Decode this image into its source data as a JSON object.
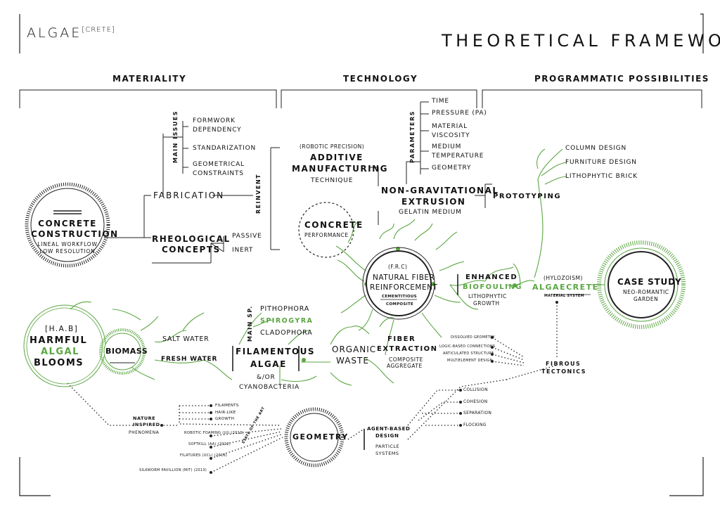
{
  "brand": {
    "name": "ALGAE",
    "suffix": "CRETE"
  },
  "title": "THEORETICAL FRAMEWORK",
  "sections": {
    "materiality": "MATERIALITY",
    "technology": "TECHNOLOGY",
    "programmatic": "PROGRAMMATIC POSSIBILITIES"
  },
  "concrete_construction": {
    "label1": "CONCRETE",
    "label2": "CONSTRUCTION",
    "sub1": "LINEAL WORKFLOW",
    "sub2": "LOW RESOLUTION"
  },
  "fabrication": "FABRICATION",
  "main_issues": {
    "label": "MAIN ISSUES",
    "items": [
      "FORMWORK",
      "DEPENDENCY",
      "STANDARIZATION",
      "GEOMETRICAL",
      "CONSTRAINTS"
    ]
  },
  "rheological": {
    "label1": "RHEOLOGICAL",
    "label2": "CONCEPTS",
    "items": [
      "PASSIVE",
      "INERT"
    ]
  },
  "reinvent": "REINVENT",
  "additive": {
    "pre": "(ROBOTIC PRECISION)",
    "label1": "ADDITIVE",
    "label2": "MANUFACTURING",
    "sub": "TECHNIQUE"
  },
  "concrete_perf": {
    "label": "CONCRETE",
    "sub": "PERFORMANCE"
  },
  "parameters": {
    "label": "PARAMETERS",
    "items": [
      "TIME",
      "PRESSURE (PA)",
      "MATERIAL",
      "VISCOSITY",
      "MEDIUM",
      "TEMPERATURE",
      "GEOMETRY"
    ]
  },
  "nongrav": {
    "label1": "NON-GRAVITATIONAL",
    "label2": "EXTRUSION",
    "sub": "GELATIN MEDIUM"
  },
  "prototyping": {
    "label": "PROTOTYPING",
    "items": [
      "COLUMN DESIGN",
      "FURNITURE DESIGN",
      "LITHOPHYTIC BRICK"
    ]
  },
  "frc": {
    "pre": "(F.R.C)",
    "label1": "NATURAL FIBER",
    "label2": "REINFORCEMENT",
    "sub1": "CEMENTITIOUS",
    "sub2": "COMPOSITE"
  },
  "biofouling": {
    "label1": "ENHANCED",
    "label2": "BIOFOULING",
    "sub1": "LITHOPHYTIC",
    "sub2": "GROWTH"
  },
  "algaecrete": {
    "pre": "(HYLOZOISM)",
    "label": "ALGAECRETE",
    "sub": "MATERIAL SYSTEM"
  },
  "case_study": {
    "label": "CASE STUDY",
    "sub1": "NEO-ROMANTIC",
    "sub2": "GARDEN"
  },
  "hab": {
    "pre": "[H.A.B]",
    "label1": "HARMFUL",
    "label2": "ALGAL",
    "label3": "BLOOMS"
  },
  "biomass": "BIOMASS",
  "water": [
    "SALT WATER",
    "FRESH WATER"
  ],
  "main_sp": {
    "label": "MAIN SP.",
    "items": [
      "PITHOPHORA",
      "SPIROGYRA",
      "CLADOPHORA"
    ]
  },
  "filamentous": {
    "label1": "FILAMENTOUS",
    "label2": "ALGAE",
    "sub1": "&/OR",
    "sub2": "CYANOBACTERIA"
  },
  "organic": {
    "label1": "ORGANIC",
    "label2": "WASTE"
  },
  "fiber": {
    "label1": "FIBER",
    "label2": "EXTRACTION",
    "sub1": "COMPOSITE",
    "sub2": "AGGREGATE"
  },
  "tectonics": {
    "items": [
      "DISSOLVED GEOMETRY",
      "LOGIC-BASED CONNECTIONS",
      "ARTICULATED STRUCTURE",
      "MULTIELEMENT DESIGN"
    ],
    "label1": "FIBROUS",
    "label2": "TECTONICS"
  },
  "agent": {
    "items": [
      "COLLISION",
      "COHESION",
      "SEPARATION",
      "FLOCKING"
    ],
    "label1": "AGENT-BASED",
    "label2": "DESIGN",
    "sub1": "PARTICLE",
    "sub2": "SYSTEMS"
  },
  "geometry": "GEOMETRY",
  "nature": {
    "label1": "NATURE",
    "label2": "INSPIRED",
    "sub": "PHENOMENA",
    "items": [
      "FILAMENTS",
      "HAIR-LIKE",
      "GROWTH"
    ]
  },
  "state_art": {
    "label": "STATE OF THE ART",
    "items": [
      "ROBOTIC FOAMING (UI) (2013)",
      "SOFTKILL (AA) (2012)",
      "FILATURES (UCL) (2016)",
      "SILKWORM PAVILLION (MIT) (2013)"
    ]
  },
  "colors": {
    "accent": "#5aa641",
    "ink": "#111111"
  }
}
